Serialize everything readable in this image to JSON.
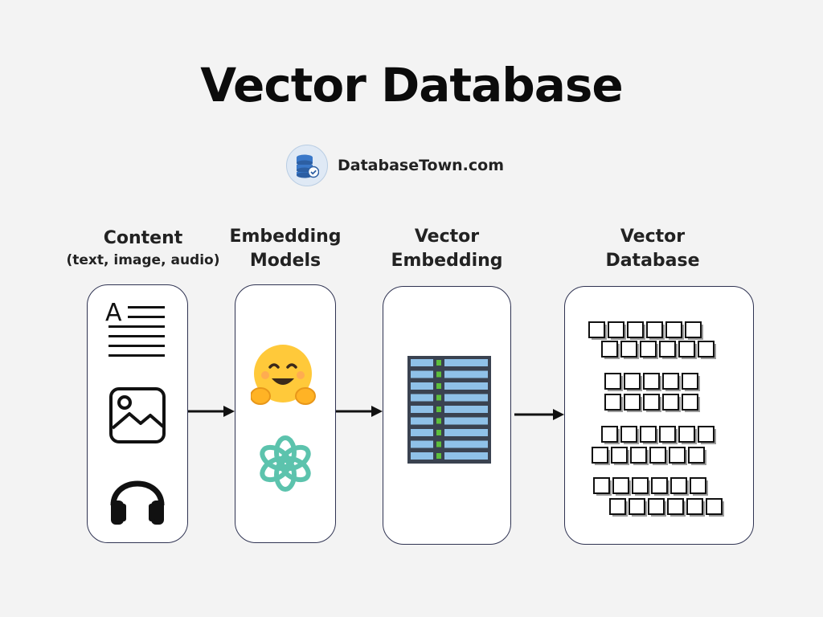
{
  "title": "Vector Database",
  "brand": {
    "name": "DatabaseTown.com",
    "icon": "database-shield-icon"
  },
  "stages": [
    {
      "title": "Content",
      "subtitle": "(text, image, audio)"
    },
    {
      "title_line1": "Embedding",
      "title_line2": "Models"
    },
    {
      "title_line1": "Vector",
      "title_line2": "Embedding"
    },
    {
      "title_line1": "Vector",
      "title_line2": "Database"
    }
  ],
  "content_icons": [
    "text-document-icon",
    "image-icon",
    "headphones-icon"
  ],
  "model_icons": [
    "hugging-face-emoji-icon",
    "openai-logo-icon"
  ],
  "embedding_icon": "server-rack-icon",
  "colors": {
    "box_border": "#2f3352",
    "background": "#f3f3f3",
    "emoji_yellow": "#ffc93a",
    "openai_teal": "#5cc3ad",
    "rack_blue": "#8fc1e8",
    "rack_green": "#5dbf3c"
  }
}
